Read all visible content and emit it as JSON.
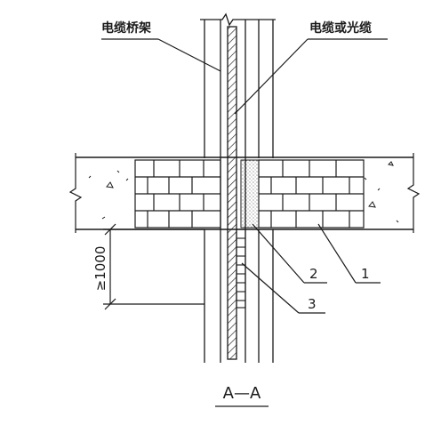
{
  "labels": {
    "cable_tray": "电缆桥架",
    "cable_or_fiber": "电缆或光缆"
  },
  "callouts": {
    "item_1": "1",
    "item_2": "2",
    "item_3": "3"
  },
  "dimension": {
    "height": "≥1000"
  },
  "section_title": "A—A"
}
